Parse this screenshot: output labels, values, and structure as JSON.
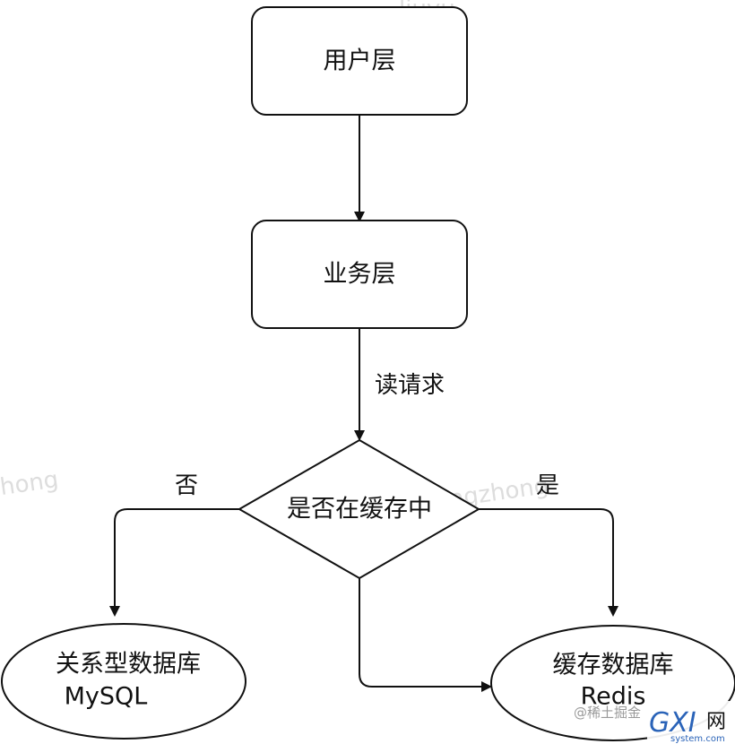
{
  "nodes": {
    "user_layer": "用户层",
    "business_layer": "业务层",
    "cache_check": "是否在缓存中",
    "relational_db": {
      "line1": "关系型数据库",
      "line2": "MySQL"
    },
    "cache_db": {
      "line1": "缓存数据库",
      "line2": "Redis"
    }
  },
  "edges": {
    "read_request": "读请求",
    "no": "否",
    "yes": "是"
  },
  "watermarks": {
    "top": "liuyu",
    "left": "hong",
    "center": "liangzhong",
    "bottom_source": "@稀土掘金",
    "logo_gxi": "GXI",
    "logo_net": "网",
    "logo_site": "system.com"
  },
  "colors": {
    "stroke": "#111111",
    "text": "#111111",
    "background": "#ffffff",
    "watermark": "#d9d9d9",
    "logo_blue": "#2a63b8"
  }
}
